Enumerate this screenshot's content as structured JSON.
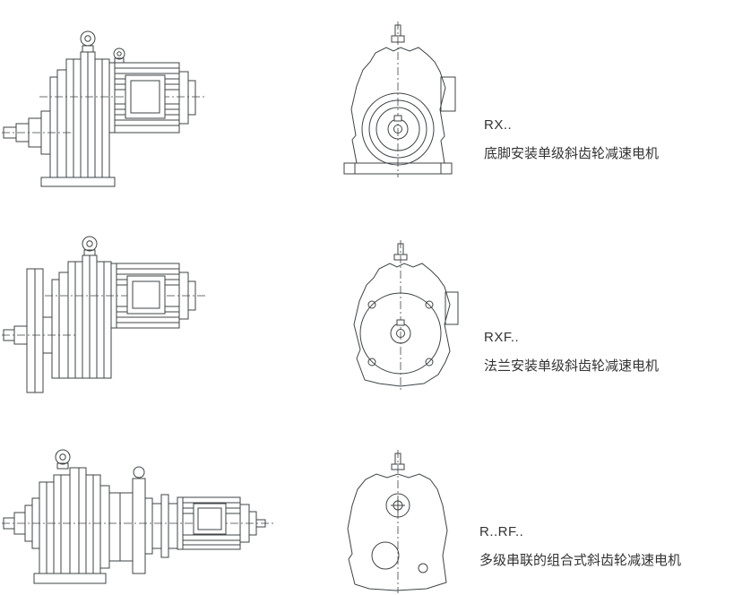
{
  "page": {
    "background": "#ffffff",
    "line_color": "#3f4346",
    "text_color": "#333333"
  },
  "products": [
    {
      "model": "RX..",
      "description": "底脚安装单级斜齿轮减速电机"
    },
    {
      "model": "RXF..",
      "description": "法兰安装单级斜齿轮减速电机"
    },
    {
      "model": "R..RF..",
      "description": "多级串联的组合式斜齿轮减速电机"
    }
  ]
}
